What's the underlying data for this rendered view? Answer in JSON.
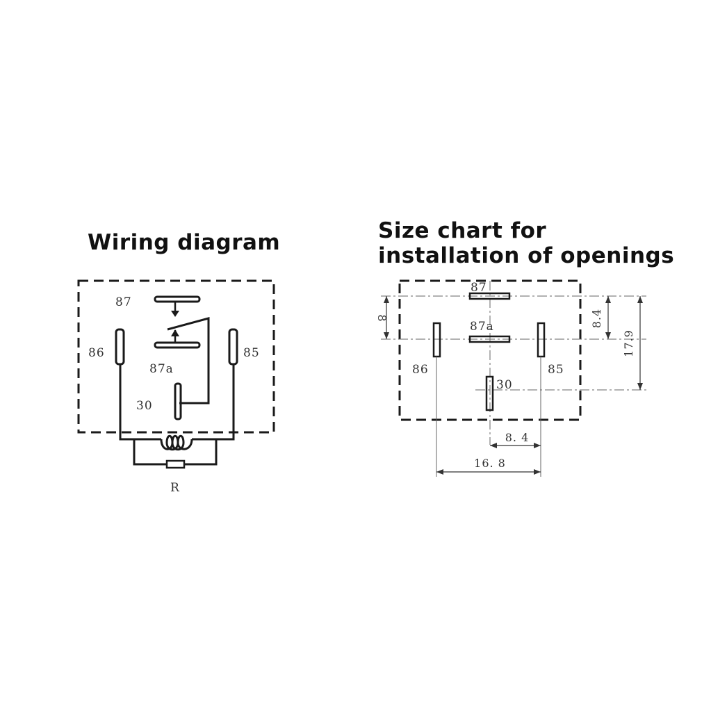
{
  "wiring": {
    "title": "Wiring diagram",
    "labels": {
      "t87": "87",
      "t86": "86",
      "t85": "85",
      "t87a": "87a",
      "t30": "30",
      "resistor": "R"
    }
  },
  "size_chart": {
    "title_line1": "Size chart for",
    "title_line2": "installation of openings",
    "labels": {
      "t87": "87",
      "t87a": "87a",
      "t86": "86",
      "t85": "85",
      "t30": "30"
    },
    "dimensions": {
      "d8": "8",
      "d8_4_v": "8.4",
      "d17_9": "17.9",
      "d8_4_h": "8. 4",
      "d16_8": "16. 8"
    }
  },
  "colors": {
    "line": "#1a1a1a",
    "thin": "#666666"
  }
}
